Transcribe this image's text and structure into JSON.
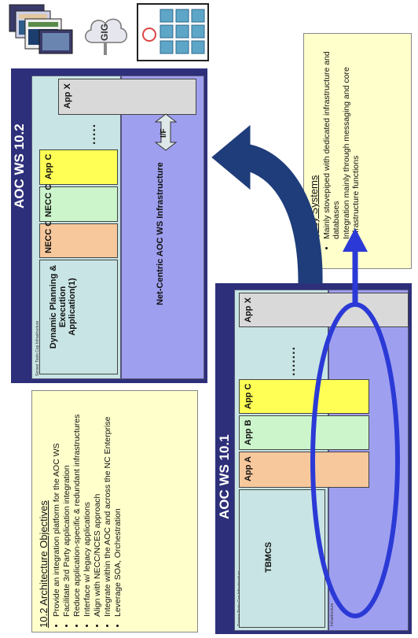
{
  "aoc_102": {
    "title": "AOC WS 10.2",
    "apps": {
      "dynamic": "Dynamic Planning & Execution Application(1)",
      "necc_a": "NECC CM A",
      "necc_b": "NECC CM B",
      "app_c": "App C",
      "app_x": "App X",
      "dots": "....."
    },
    "infrastructure": "Net-Centric AOC WS Infrastructure",
    "interface": "I/F",
    "column_label": "Sensor Tools Cap Infrastructure"
  },
  "aoc_101": {
    "title": "AOC WS 10.1",
    "apps": {
      "tbmcs": "TBMCS",
      "app_a": "App A",
      "app_b": "App B",
      "app_c": "App C",
      "app_x": "App X",
      "dots": "......."
    },
    "column_label_top": "Sensor Tools Cap Infrastructure",
    "column_label_bottom": "Infrastructure"
  },
  "gig_label": "GIG",
  "legacy": {
    "heading": "Legacy Systems",
    "bullets": [
      "Mainly stovepiped with dedicated infrastructure and databases",
      "Integration mainly through messaging and core infrastructure functions"
    ]
  },
  "objectives": {
    "heading": "10.2 Architecture Objectives",
    "bullets": [
      "Provide an integration platform for the AOC WS",
      "Facilitate 3rd Party application integration",
      "Reduce application-specific & redundant infrastructures",
      "Interface w/ legacy applications",
      "Align with NECC/NCES approach",
      "Integrate within the AOC and across the NC Enterprise",
      "Leverage SOA, Orchestration"
    ]
  },
  "colors": {
    "navy": "#2e2f7a",
    "cyan_panel": "#c8e4e4",
    "lavender": "#9f9ff0",
    "yellow_app": "#ffff55",
    "green_app": "#ccf5cc",
    "orange_app": "#f7c89c",
    "gray_app": "#d9d9d9",
    "note_yellow": "#ffffcc",
    "arrow_blue": "#2b3ad6",
    "curve_arrow": "#1f3d7a"
  }
}
